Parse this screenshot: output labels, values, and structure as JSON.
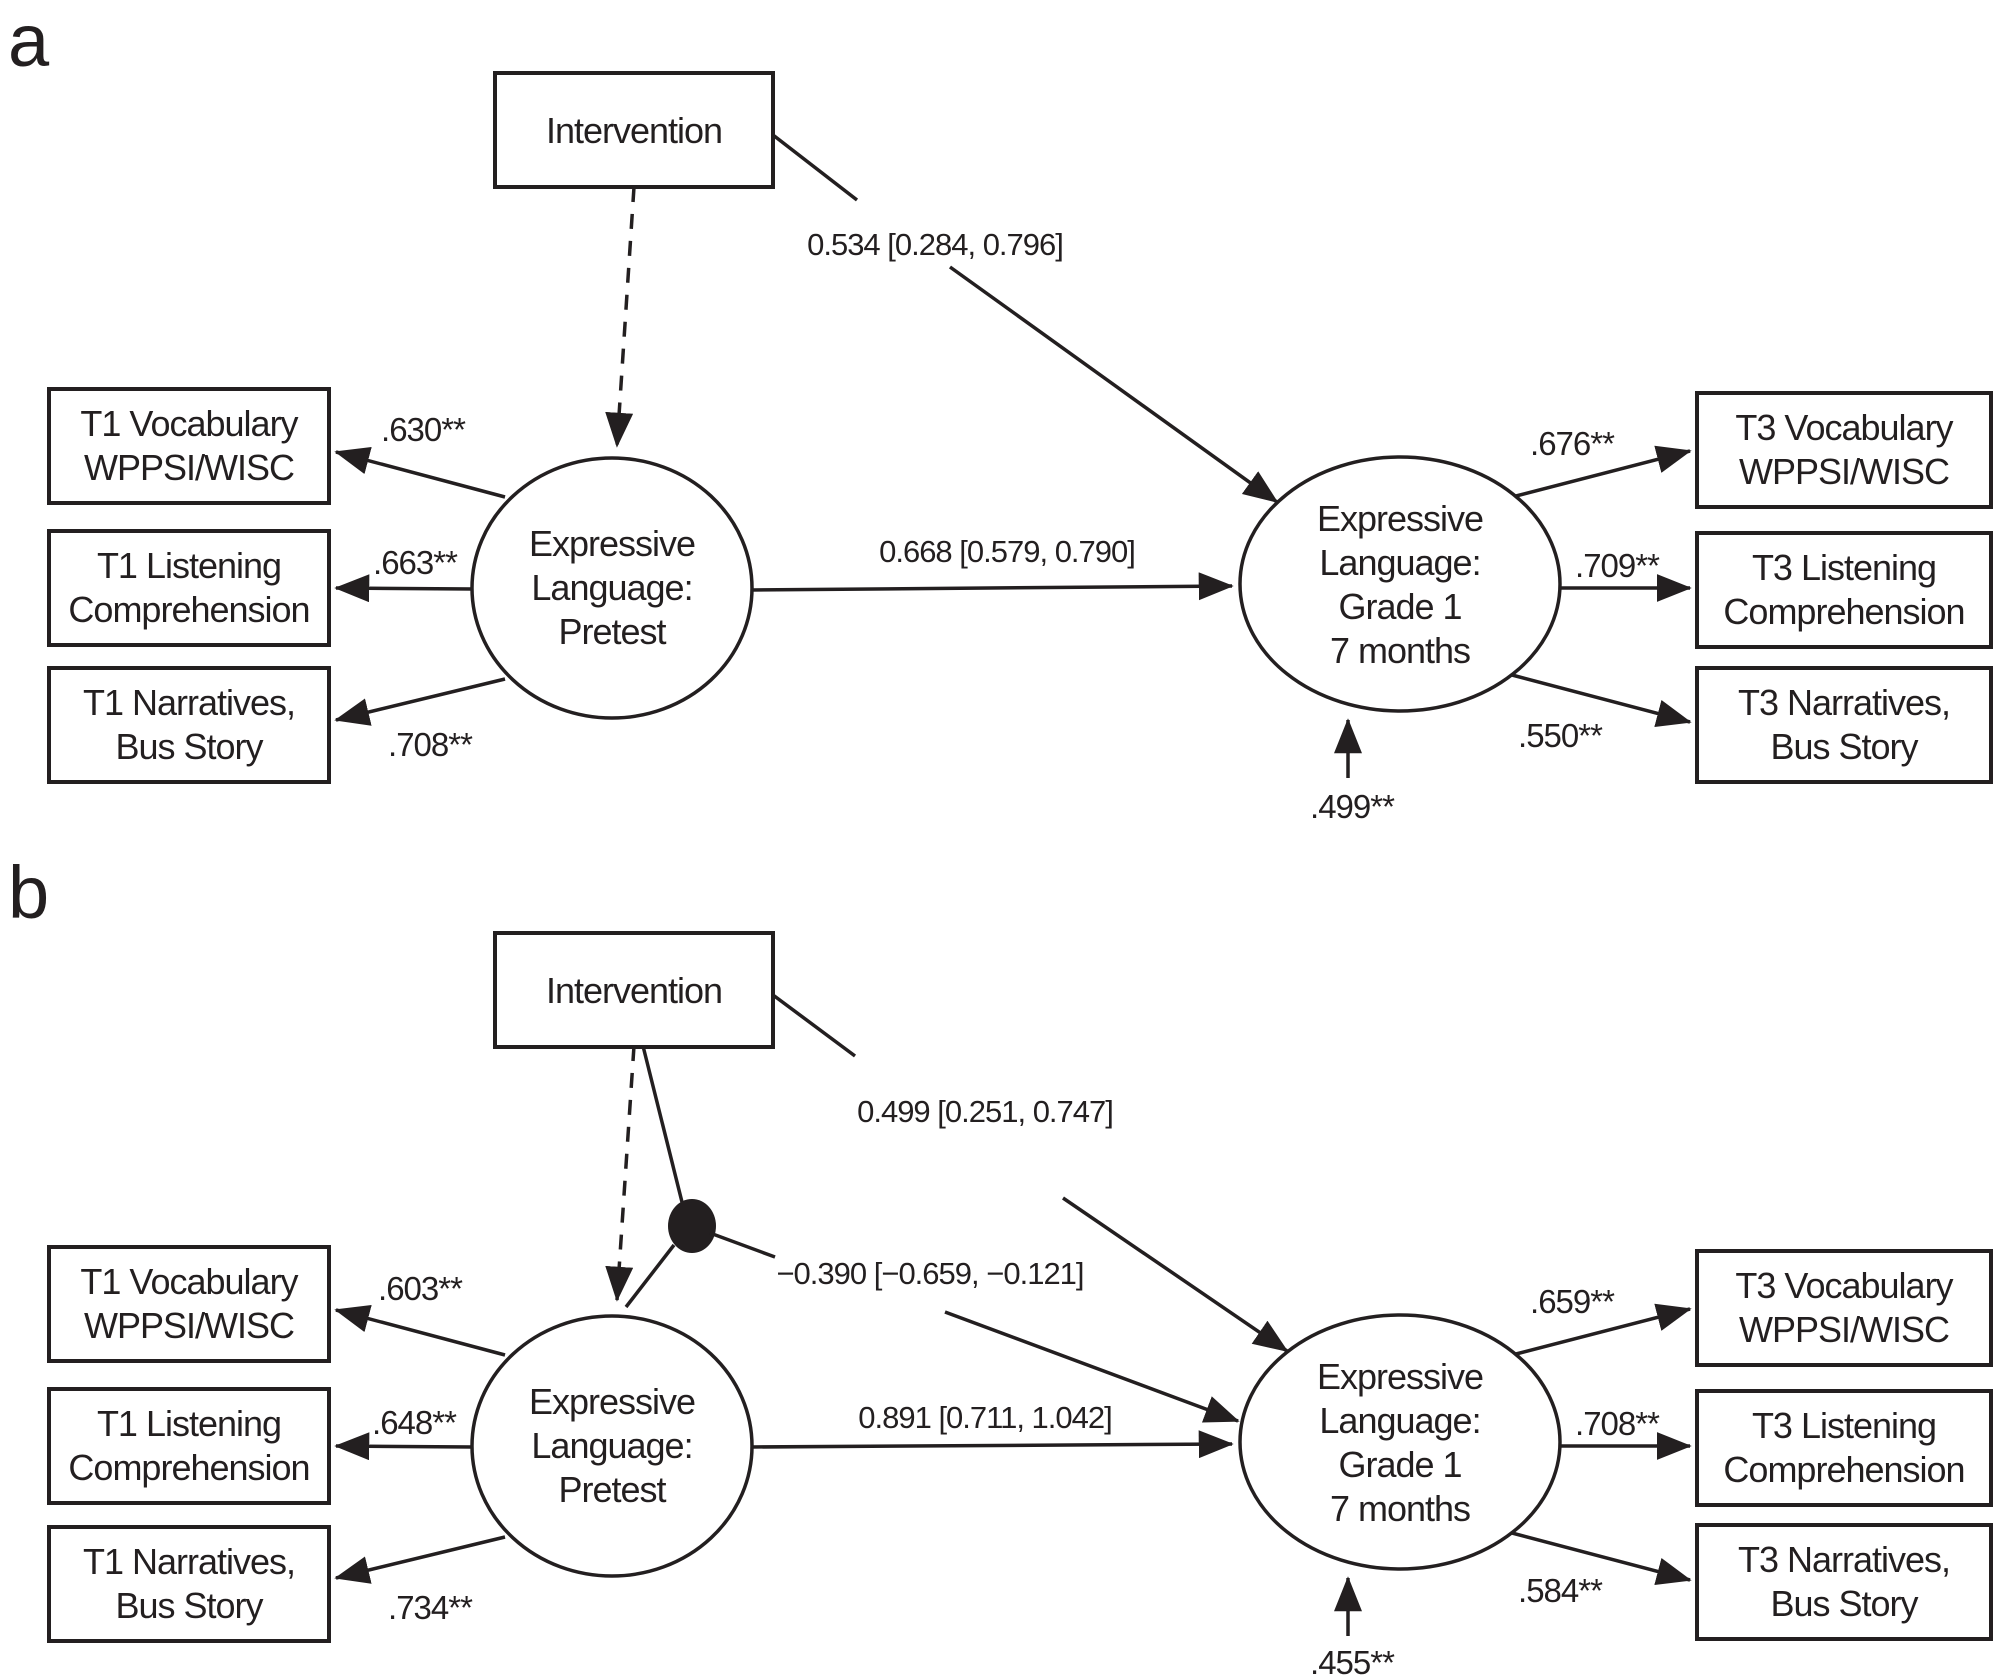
{
  "figure": {
    "panel_a": {
      "panel_label": "a",
      "intervention_label": "Intervention",
      "latent_pretest_lines": [
        "Expressive",
        "Language:",
        "Pretest"
      ],
      "latent_outcome_lines": [
        "Expressive",
        "Language:",
        "Grade 1",
        "7 months"
      ],
      "path_intervention_to_outcome": "0.534 [0.284, 0.796]",
      "path_pretest_to_outcome": "0.668 [0.579, 0.790]",
      "residual_outcome": ".499**",
      "indicators_t1": [
        {
          "line1": "T1 Vocabulary",
          "line2": "WPPSI/WISC",
          "loading": ".630**"
        },
        {
          "line1": "T1 Listening",
          "line2": "Comprehension",
          "loading": ".663**"
        },
        {
          "line1": "T1 Narratives,",
          "line2": "Bus Story",
          "loading": ".708**"
        }
      ],
      "indicators_t3": [
        {
          "line1": "T3 Vocabulary",
          "line2": "WPPSI/WISC",
          "loading": ".676**"
        },
        {
          "line1": "T3 Listening",
          "line2": "Comprehension",
          "loading": ".709**"
        },
        {
          "line1": "T3 Narratives,",
          "line2": "Bus Story",
          "loading": ".550**"
        }
      ]
    },
    "panel_b": {
      "panel_label": "b",
      "intervention_label": "Intervention",
      "latent_pretest_lines": [
        "Expressive",
        "Language:",
        "Pretest"
      ],
      "latent_outcome_lines": [
        "Expressive",
        "Language:",
        "Grade 1",
        "7 months"
      ],
      "path_intervention_to_outcome": "0.499 [0.251, 0.747]",
      "path_interaction_to_outcome": "−0.390 [−0.659, −0.121]",
      "path_pretest_to_outcome": "0.891 [0.711, 1.042]",
      "residual_outcome": ".455**",
      "indicators_t1": [
        {
          "line1": "T1 Vocabulary",
          "line2": "WPPSI/WISC",
          "loading": ".603**"
        },
        {
          "line1": "T1 Listening",
          "line2": "Comprehension",
          "loading": ".648**"
        },
        {
          "line1": "T1 Narratives,",
          "line2": "Bus Story",
          "loading": ".734**"
        }
      ],
      "indicators_t3": [
        {
          "line1": "T3 Vocabulary",
          "line2": "WPPSI/WISC",
          "loading": ".659**"
        },
        {
          "line1": "T3 Listening",
          "line2": "Comprehension",
          "loading": ".708**"
        },
        {
          "line1": "T3 Narratives,",
          "line2": "Bus Story",
          "loading": ".584**"
        }
      ]
    }
  }
}
